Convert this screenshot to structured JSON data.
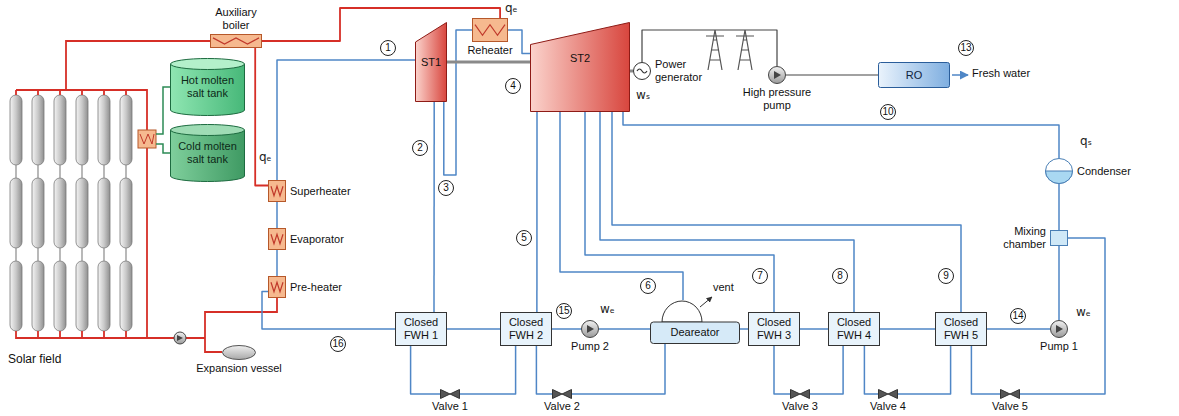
{
  "diagram": {
    "nodes": [
      {
        "text": [
          "Auxiliary boiler"
        ]
      },
      {
        "text": [
          "Hot molten salt tank"
        ]
      },
      {
        "text": [
          "Cold molten salt tank"
        ]
      },
      {
        "text": [
          "Superheater"
        ]
      },
      {
        "text": [
          "Evaporator"
        ]
      },
      {
        "text": [
          "Pre-heater"
        ]
      },
      {
        "text": [
          "Expansion vessel"
        ]
      },
      {
        "text": [
          "ST1"
        ]
      },
      {
        "text": [
          "Reheater"
        ]
      },
      {
        "text": [
          "ST2"
        ]
      },
      {
        "text": [
          "Power generator"
        ]
      },
      {
        "text": [
          "High pressure pump"
        ]
      },
      {
        "text": [
          "RO"
        ]
      },
      {
        "text": [
          "Condenser"
        ]
      },
      {
        "text": [
          "Mixing chamber"
        ]
      },
      {
        "text": [
          "Closed FWH 1"
        ]
      },
      {
        "text": [
          "Closed FWH 2"
        ]
      },
      {
        "text": [
          "Deareator"
        ]
      },
      {
        "text": [
          "Closed FWH 3"
        ]
      },
      {
        "text": [
          "Closed FWH 4"
        ]
      },
      {
        "text": [
          "Closed FWH 5"
        ]
      },
      {
        "text": [
          "Pump 2"
        ]
      },
      {
        "text": [
          "Pump 1"
        ]
      },
      {
        "text": [
          "Valve 1"
        ]
      },
      {
        "text": [
          "Valve 2"
        ]
      },
      {
        "text": [
          "Valve 3"
        ]
      },
      {
        "text": [
          "Valve 4"
        ]
      },
      {
        "text": [
          "Valve 5"
        ]
      }
    ],
    "edges": [
      {
        "from": 3,
        "to": 7,
        "arrow": "none"
      },
      {
        "from": 7,
        "to": 15,
        "arrow": "none"
      },
      {
        "from": 7,
        "to": 8,
        "arrow": "none"
      },
      {
        "from": 8,
        "to": 9,
        "arrow": "none"
      },
      {
        "from": 7,
        "to": 9,
        "arrow": "none"
      },
      {
        "from": 9,
        "to": 10,
        "arrow": "none"
      },
      {
        "from": 9,
        "to": 16,
        "arrow": "none"
      },
      {
        "from": 9,
        "to": 17,
        "arrow": "none"
      },
      {
        "from": 9,
        "to": 18,
        "arrow": "none"
      },
      {
        "from": 9,
        "to": 19,
        "arrow": "none"
      },
      {
        "from": 9,
        "to": 20,
        "arrow": "none"
      },
      {
        "from": 9,
        "to": 13,
        "arrow": "none"
      },
      {
        "from": 13,
        "to": 14,
        "arrow": "none"
      },
      {
        "from": 14,
        "to": 22,
        "arrow": "none"
      },
      {
        "from": 22,
        "to": 20,
        "arrow": "none"
      },
      {
        "from": 20,
        "to": 19,
        "arrow": "none"
      },
      {
        "from": 19,
        "to": 18,
        "arrow": "none"
      },
      {
        "from": 18,
        "to": 17,
        "arrow": "none"
      },
      {
        "from": 17,
        "to": 21,
        "arrow": "none"
      },
      {
        "from": 21,
        "to": 16,
        "arrow": "none"
      },
      {
        "from": 16,
        "to": 15,
        "arrow": "none"
      },
      {
        "from": 15,
        "to": 5,
        "arrow": "none"
      },
      {
        "from": 5,
        "to": 4,
        "arrow": "none"
      },
      {
        "from": 4,
        "to": 3,
        "arrow": "none"
      },
      {
        "from": 15,
        "to": 23,
        "arrow": "none"
      },
      {
        "from": 23,
        "to": 16,
        "arrow": "none"
      },
      {
        "from": 16,
        "to": 24,
        "arrow": "none"
      },
      {
        "from": 24,
        "to": 17,
        "arrow": "none"
      },
      {
        "from": 18,
        "to": 25,
        "arrow": "none"
      },
      {
        "from": 25,
        "to": 19,
        "arrow": "none"
      },
      {
        "from": 19,
        "to": 26,
        "arrow": "none"
      },
      {
        "from": 26,
        "to": 20,
        "arrow": "none"
      },
      {
        "from": 20,
        "to": 27,
        "arrow": "none"
      },
      {
        "from": 27,
        "to": 14,
        "arrow": "none"
      },
      {
        "from": 10,
        "to": 11,
        "arrow": "none"
      },
      {
        "from": 11,
        "to": 12,
        "arrow": "none"
      },
      {
        "from": 0,
        "to": 8,
        "arrow": "none"
      },
      {
        "from": 0,
        "to": 3,
        "arrow": "none"
      }
    ],
    "labels": [
      "Solar field",
      "1",
      "2",
      "3",
      "4",
      "5",
      "6",
      "7",
      "8",
      "9",
      "10",
      "13",
      "14",
      "15",
      "16",
      "qₑ",
      "qₑ",
      "wₛ",
      "wₑ",
      "wₑ",
      "qₛ",
      "vent",
      "Fresh water"
    ]
  }
}
